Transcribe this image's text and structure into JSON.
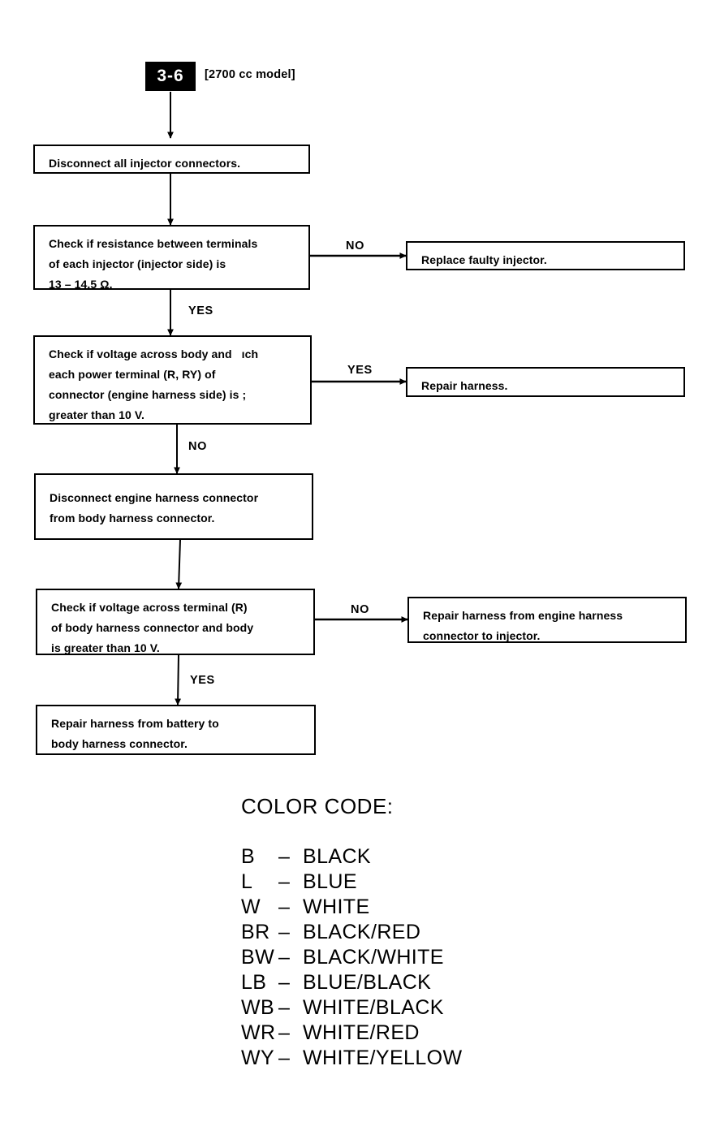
{
  "page": {
    "step_badge": "3-6",
    "model_note": "[2700 cc model]"
  },
  "flowchart": {
    "nodes": [
      {
        "id": "disconnect-injector-connectors",
        "lines": [
          "Disconnect all injector connectors."
        ]
      },
      {
        "id": "check-injector-resistance",
        "lines": [
          "Check if resistance between terminals",
          "of each injector (injector side) is",
          "13 – 14.5 Ω."
        ]
      },
      {
        "id": "replace-faulty-injector",
        "lines": [
          "Replace faulty injector."
        ]
      },
      {
        "id": "check-power-terminal-voltage",
        "lines": [
          "Check if voltage across body and   ıch",
          "each power terminal (R, RY) of",
          "connector (engine harness side) is ;",
          "greater than 10 V."
        ]
      },
      {
        "id": "repair-harness",
        "lines": [
          "Repair harness."
        ]
      },
      {
        "id": "disconnect-engine-harness-connector",
        "lines": [
          "Disconnect engine harness connector",
          "from body harness connector."
        ]
      },
      {
        "id": "check-body-harness-voltage",
        "lines": [
          "Check if voltage across terminal (R)",
          "of body harness connector and body",
          "is greater than 10 V."
        ]
      },
      {
        "id": "repair-harness-engine-to-injector",
        "lines": [
          "Repair harness from engine harness",
          "connector to injector."
        ]
      },
      {
        "id": "repair-harness-battery-to-body",
        "lines": [
          "Repair harness from battery to",
          "body harness connector."
        ]
      }
    ],
    "branch_labels": {
      "resistance_no": "NO",
      "resistance_yes": "YES",
      "power_voltage_yes": "YES",
      "power_voltage_no": "NO",
      "body_voltage_no": "NO",
      "body_voltage_yes": "YES"
    }
  },
  "color_code": {
    "title": "COLOR CODE:",
    "dash": "–",
    "entries": [
      {
        "abbr": "B",
        "name": "BLACK"
      },
      {
        "abbr": "L",
        "name": "BLUE"
      },
      {
        "abbr": "W",
        "name": "WHITE"
      },
      {
        "abbr": "BR",
        "name": "BLACK/RED"
      },
      {
        "abbr": "BW",
        "name": "BLACK/WHITE"
      },
      {
        "abbr": "LB",
        "name": "BLUE/BLACK"
      },
      {
        "abbr": "WB",
        "name": "WHITE/BLACK"
      },
      {
        "abbr": "WR",
        "name": "WHITE/RED"
      },
      {
        "abbr": "WY",
        "name": "WHITE/YELLOW"
      }
    ]
  },
  "colors": {
    "ink": "#000000",
    "paper": "#ffffff"
  }
}
